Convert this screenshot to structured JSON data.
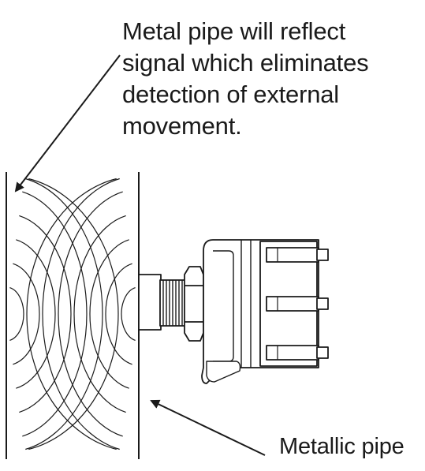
{
  "annotations": {
    "reflect_note_lines": [
      "Metal pipe will reflect",
      "signal which eliminates",
      "detection of external",
      "movement."
    ],
    "pipe_label": "Metallic pipe"
  },
  "colors": {
    "ink": "#1a1a1a",
    "background": "#ffffff"
  },
  "icons": [
    "arrow-icon",
    "sensor-icon"
  ]
}
